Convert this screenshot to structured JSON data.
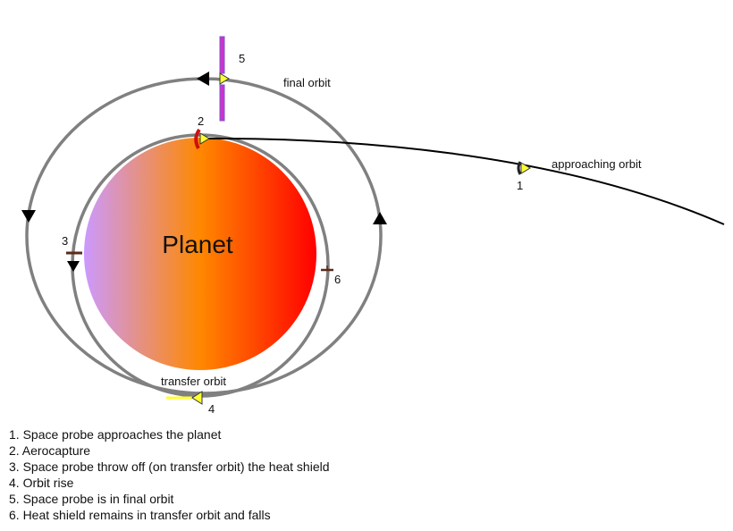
{
  "diagram": {
    "planet_label": "Planet",
    "labels": {
      "final_orbit": "final orbit",
      "approaching_orbit": "approaching orbit",
      "transfer_orbit": "transfer orbit"
    },
    "markers": {
      "m1": "1",
      "m2": "2",
      "m3": "3",
      "m4": "4",
      "m5": "5",
      "m6": "6"
    },
    "colors": {
      "planet_left": "#cc99ff",
      "planet_mid": "#ff8800",
      "planet_right": "#ff0000",
      "orbit": "#808080",
      "trajectory": "#000000",
      "probe": "#ffff33",
      "heat_shield": "#cc1111",
      "solar_panel": "#cc33cc"
    },
    "legend": [
      "1. Space probe approaches the planet",
      "2. Aerocapture",
      "3. Space probe throw off (on transfer orbit) the heat shield",
      "4. Orbit rise",
      "5. Space probe is in final orbit",
      "6. Heat shield remains in transfer orbit and falls"
    ]
  }
}
